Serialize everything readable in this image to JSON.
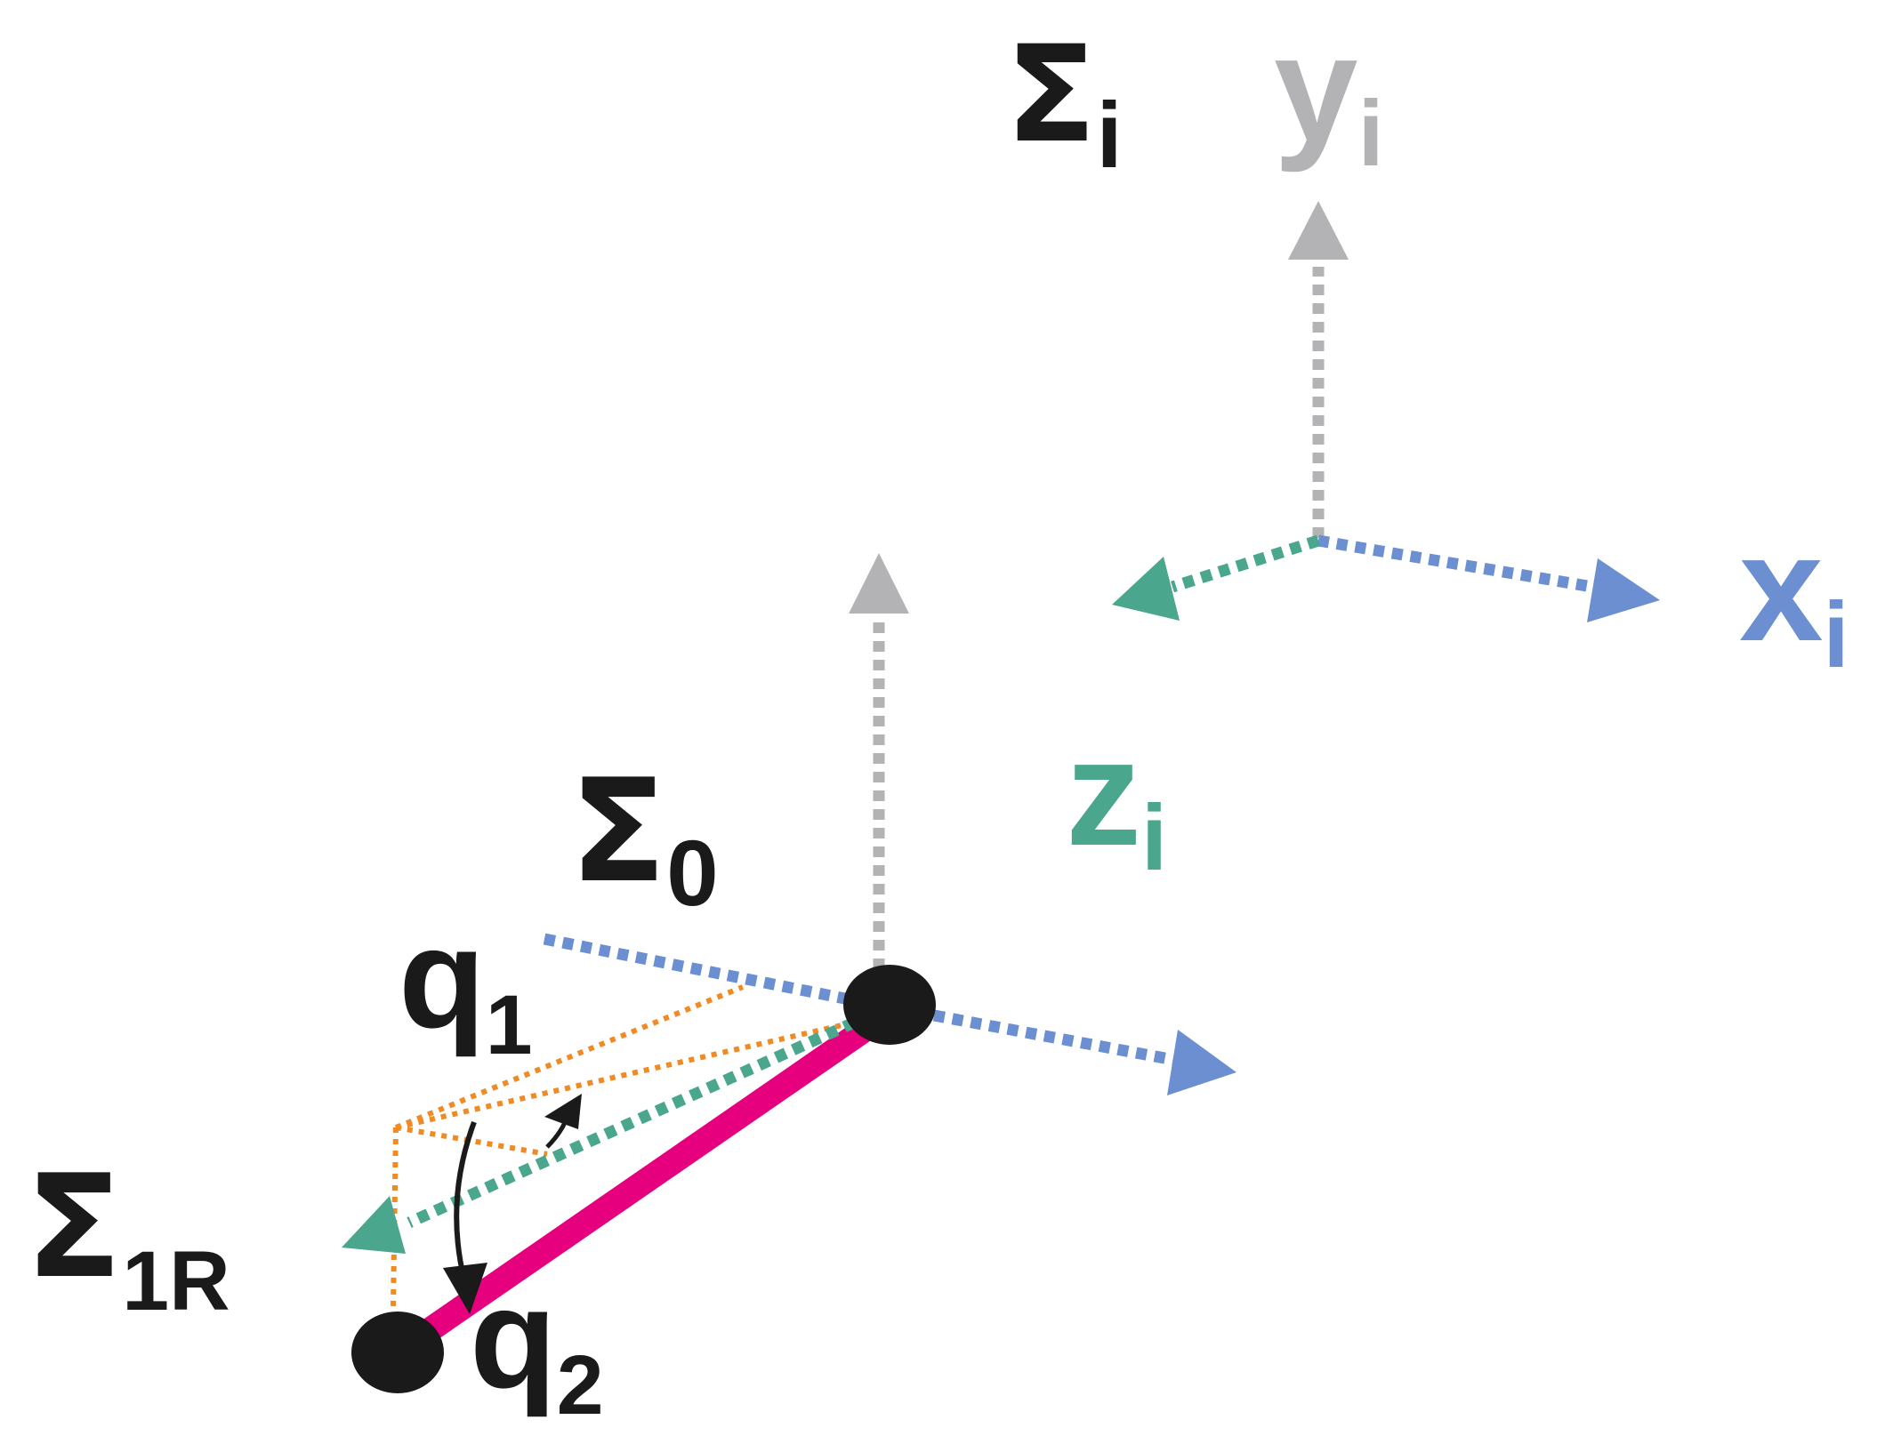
{
  "colors": {
    "x_axis": "#6b8fd1",
    "y_axis": "#b3b3b6",
    "z_axis": "#4aa68c",
    "link": "#e6007e",
    "projection": "#f08a24",
    "joint": "#1a1a1a",
    "text": "#1a1a1a"
  },
  "labels": {
    "sigma_i": {
      "main": "Σ",
      "sub": "i"
    },
    "y_i": {
      "main": "y",
      "sub": "i"
    },
    "x_i": {
      "main": "x",
      "sub": "i"
    },
    "z_i": {
      "main": "z",
      "sub": "i"
    },
    "sigma_0": {
      "main": "Σ",
      "sub": "0"
    },
    "q1": {
      "main": "q",
      "sub": "1"
    },
    "sigma_1r": {
      "main": "Σ",
      "sub": "1R"
    },
    "q2": {
      "main": "q",
      "sub": "2"
    }
  }
}
